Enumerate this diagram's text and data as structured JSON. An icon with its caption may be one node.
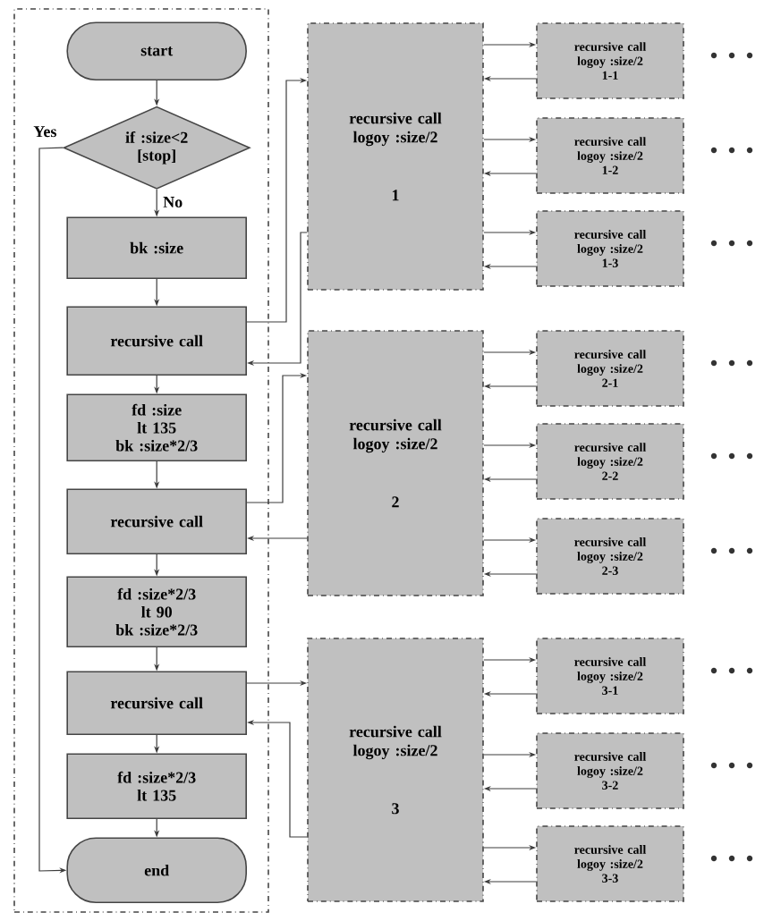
{
  "diagram": {
    "nodes": [
      {
        "text": [],
        "shape": "box"
      },
      {
        "text": [
          "start"
        ],
        "in": 0
      },
      {
        "text": [
          "if :size<2 [stop]"
        ],
        "in": 0
      },
      {
        "text": [
          "bk :size"
        ],
        "in": 0
      },
      {
        "text": [
          "recursive call"
        ],
        "in": 0
      },
      {
        "text": [
          "fd :size",
          "lt 135",
          "bk :size*2/3"
        ],
        "in": 0
      },
      {
        "text": [
          "recursive call"
        ],
        "in": 0
      },
      {
        "text": [
          "fd :size*2/3",
          "lt 90",
          "bk :size*2/3"
        ],
        "in": 0
      },
      {
        "text": [
          "recursive call"
        ],
        "in": 0
      },
      {
        "text": [
          "fd :size*2/3",
          "lt 135"
        ],
        "in": 0
      },
      {
        "text": [
          "end"
        ],
        "in": 0
      },
      {
        "text": [
          "recursive call logoy :size/2",
          "1"
        ]
      },
      {
        "text": [
          "recursive call logoy :size/2",
          "1-1"
        ]
      },
      {
        "text": [
          "recursive call logoy :size/2",
          "1-2"
        ]
      },
      {
        "text": [
          "recursive call logoy :size/2",
          "1-3"
        ]
      },
      {
        "text": [
          "recursive call logoy :size/2",
          "2"
        ]
      },
      {
        "text": [
          "recursive call logoy :size/2",
          "2-1"
        ]
      },
      {
        "text": [
          "recursive call logoy :size/2",
          "2-2"
        ]
      },
      {
        "text": [
          "recursive call logoy :size/2",
          "2-3"
        ]
      },
      {
        "text": [
          "recursive call logoy :size/2",
          "3"
        ]
      },
      {
        "text": [
          "recursive call logoy :size/2",
          "3-1"
        ]
      },
      {
        "text": [
          "recursive call logoy :size/2",
          "3-2"
        ]
      },
      {
        "text": [
          "recursive call logoy :size/2",
          "3-3"
        ]
      }
    ],
    "edges": [
      {
        "from": 1,
        "to": 2,
        "arrow": "to"
      },
      {
        "from": 2,
        "to": 3,
        "arrow": "to",
        "label": "No"
      },
      {
        "from": 2,
        "to": 10,
        "arrow": "to",
        "label": "Yes"
      },
      {
        "from": 3,
        "to": 4,
        "arrow": "to"
      },
      {
        "from": 4,
        "to": 5,
        "arrow": "to"
      },
      {
        "from": 5,
        "to": 6,
        "arrow": "to"
      },
      {
        "from": 6,
        "to": 7,
        "arrow": "to"
      },
      {
        "from": 7,
        "to": 8,
        "arrow": "to"
      },
      {
        "from": 8,
        "to": 9,
        "arrow": "to"
      },
      {
        "from": 9,
        "to": 10,
        "arrow": "to"
      },
      {
        "from": 4,
        "to": 11,
        "arrow": "to"
      },
      {
        "from": 11,
        "to": 4,
        "arrow": "to"
      },
      {
        "from": 6,
        "to": 15,
        "arrow": "to"
      },
      {
        "from": 15,
        "to": 6,
        "arrow": "to"
      },
      {
        "from": 8,
        "to": 19,
        "arrow": "to"
      },
      {
        "from": 19,
        "to": 8,
        "arrow": "to"
      },
      {
        "from": 11,
        "to": 12,
        "arrow": "to"
      },
      {
        "from": 12,
        "to": 11,
        "arrow": "to"
      },
      {
        "from": 11,
        "to": 13,
        "arrow": "to"
      },
      {
        "from": 13,
        "to": 11,
        "arrow": "to"
      },
      {
        "from": 11,
        "to": 14,
        "arrow": "to"
      },
      {
        "from": 14,
        "to": 11,
        "arrow": "to"
      },
      {
        "from": 15,
        "to": 16,
        "arrow": "to"
      },
      {
        "from": 16,
        "to": 15,
        "arrow": "to"
      },
      {
        "from": 15,
        "to": 17,
        "arrow": "to"
      },
      {
        "from": 17,
        "to": 15,
        "arrow": "to"
      },
      {
        "from": 15,
        "to": 18,
        "arrow": "to"
      },
      {
        "from": 18,
        "to": 15,
        "arrow": "to"
      },
      {
        "from": 19,
        "to": 20,
        "arrow": "to"
      },
      {
        "from": 20,
        "to": 19,
        "arrow": "to"
      },
      {
        "from": 19,
        "to": 21,
        "arrow": "to"
      },
      {
        "from": 21,
        "to": 19,
        "arrow": "to"
      },
      {
        "from": 19,
        "to": 22,
        "arrow": "to"
      },
      {
        "from": 22,
        "to": 19,
        "arrow": "to"
      }
    ]
  }
}
